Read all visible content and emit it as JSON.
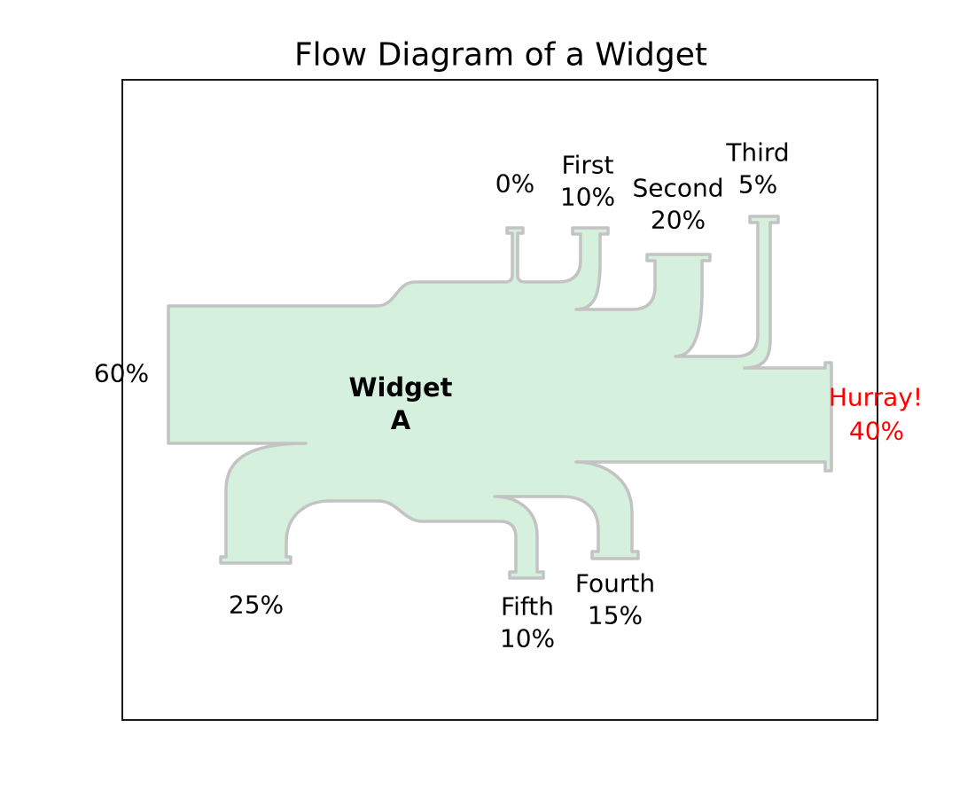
{
  "title": "Flow Diagram of a Widget",
  "colors": {
    "flow_fill": "#d5f0dc",
    "flow_edge": "#c3c3c3",
    "frame": "#000000",
    "text": "#000000",
    "highlight_text": "#ff0000"
  },
  "labels": {
    "title": "Flow Diagram of a Widget",
    "input60": "60%",
    "input0": "0%",
    "input25": "25%",
    "first": [
      "First",
      "10%"
    ],
    "second": [
      "Second",
      "20%"
    ],
    "third": [
      "Third",
      "5%"
    ],
    "fourth": [
      "Fourth",
      "15%"
    ],
    "fifth": [
      "Fifth",
      "10%"
    ],
    "hurray": [
      "Hurray!",
      "40%"
    ],
    "widget": [
      "Widget",
      "A"
    ]
  },
  "chart_data": {
    "type": "sankey",
    "title": "Flow Diagram of a Widget",
    "unit": "%",
    "node_label": "Widget A",
    "legend_position": "none",
    "grid": false,
    "axes_ticks": false,
    "flows": [
      {
        "label": "",
        "value": 25,
        "orientation": "bottom",
        "display": "25%"
      },
      {
        "label": "",
        "value": 0,
        "orientation": "top",
        "display": "0%"
      },
      {
        "label": "",
        "value": 60,
        "orientation": "left",
        "display": "60%"
      },
      {
        "label": "First",
        "value": -10,
        "orientation": "top",
        "display": "First 10%"
      },
      {
        "label": "Second",
        "value": -20,
        "orientation": "top",
        "display": "Second 20%"
      },
      {
        "label": "Third",
        "value": -5,
        "orientation": "top",
        "display": "Third 5%"
      },
      {
        "label": "Fourth",
        "value": -15,
        "orientation": "bottom",
        "display": "Fourth 15%"
      },
      {
        "label": "Fifth",
        "value": -10,
        "orientation": "bottom",
        "display": "Fifth 10%"
      },
      {
        "label": "Hurray!",
        "value": -40,
        "orientation": "right",
        "display": "Hurray! 40%",
        "label_color": "#ff0000"
      }
    ]
  }
}
